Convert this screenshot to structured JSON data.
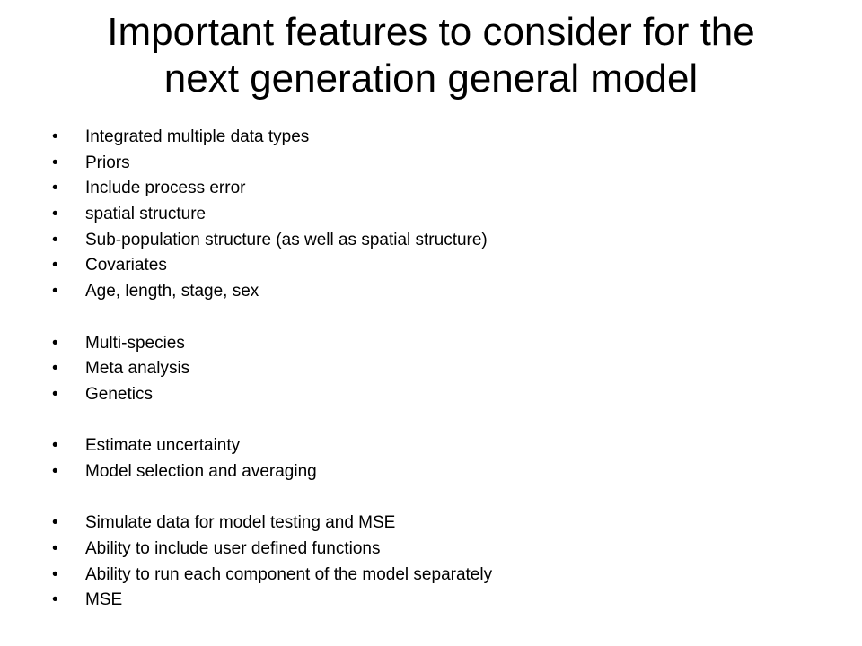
{
  "slide": {
    "title_lines": [
      "Important features to consider for the",
      "next generation general model"
    ],
    "bullet_char": "•",
    "groups": [
      [
        "Integrated multiple data types",
        "Priors",
        "Include process error",
        "spatial structure",
        "Sub-population structure (as well as spatial structure)",
        "Covariates",
        "Age, length, stage, sex"
      ],
      [
        "Multi-species",
        "Meta analysis",
        "Genetics"
      ],
      [
        "Estimate uncertainty",
        "Model selection and averaging"
      ],
      [
        "Simulate data for model testing and MSE",
        "Ability to include user defined functions",
        "Ability to run each component of the model separately",
        "MSE"
      ]
    ]
  }
}
